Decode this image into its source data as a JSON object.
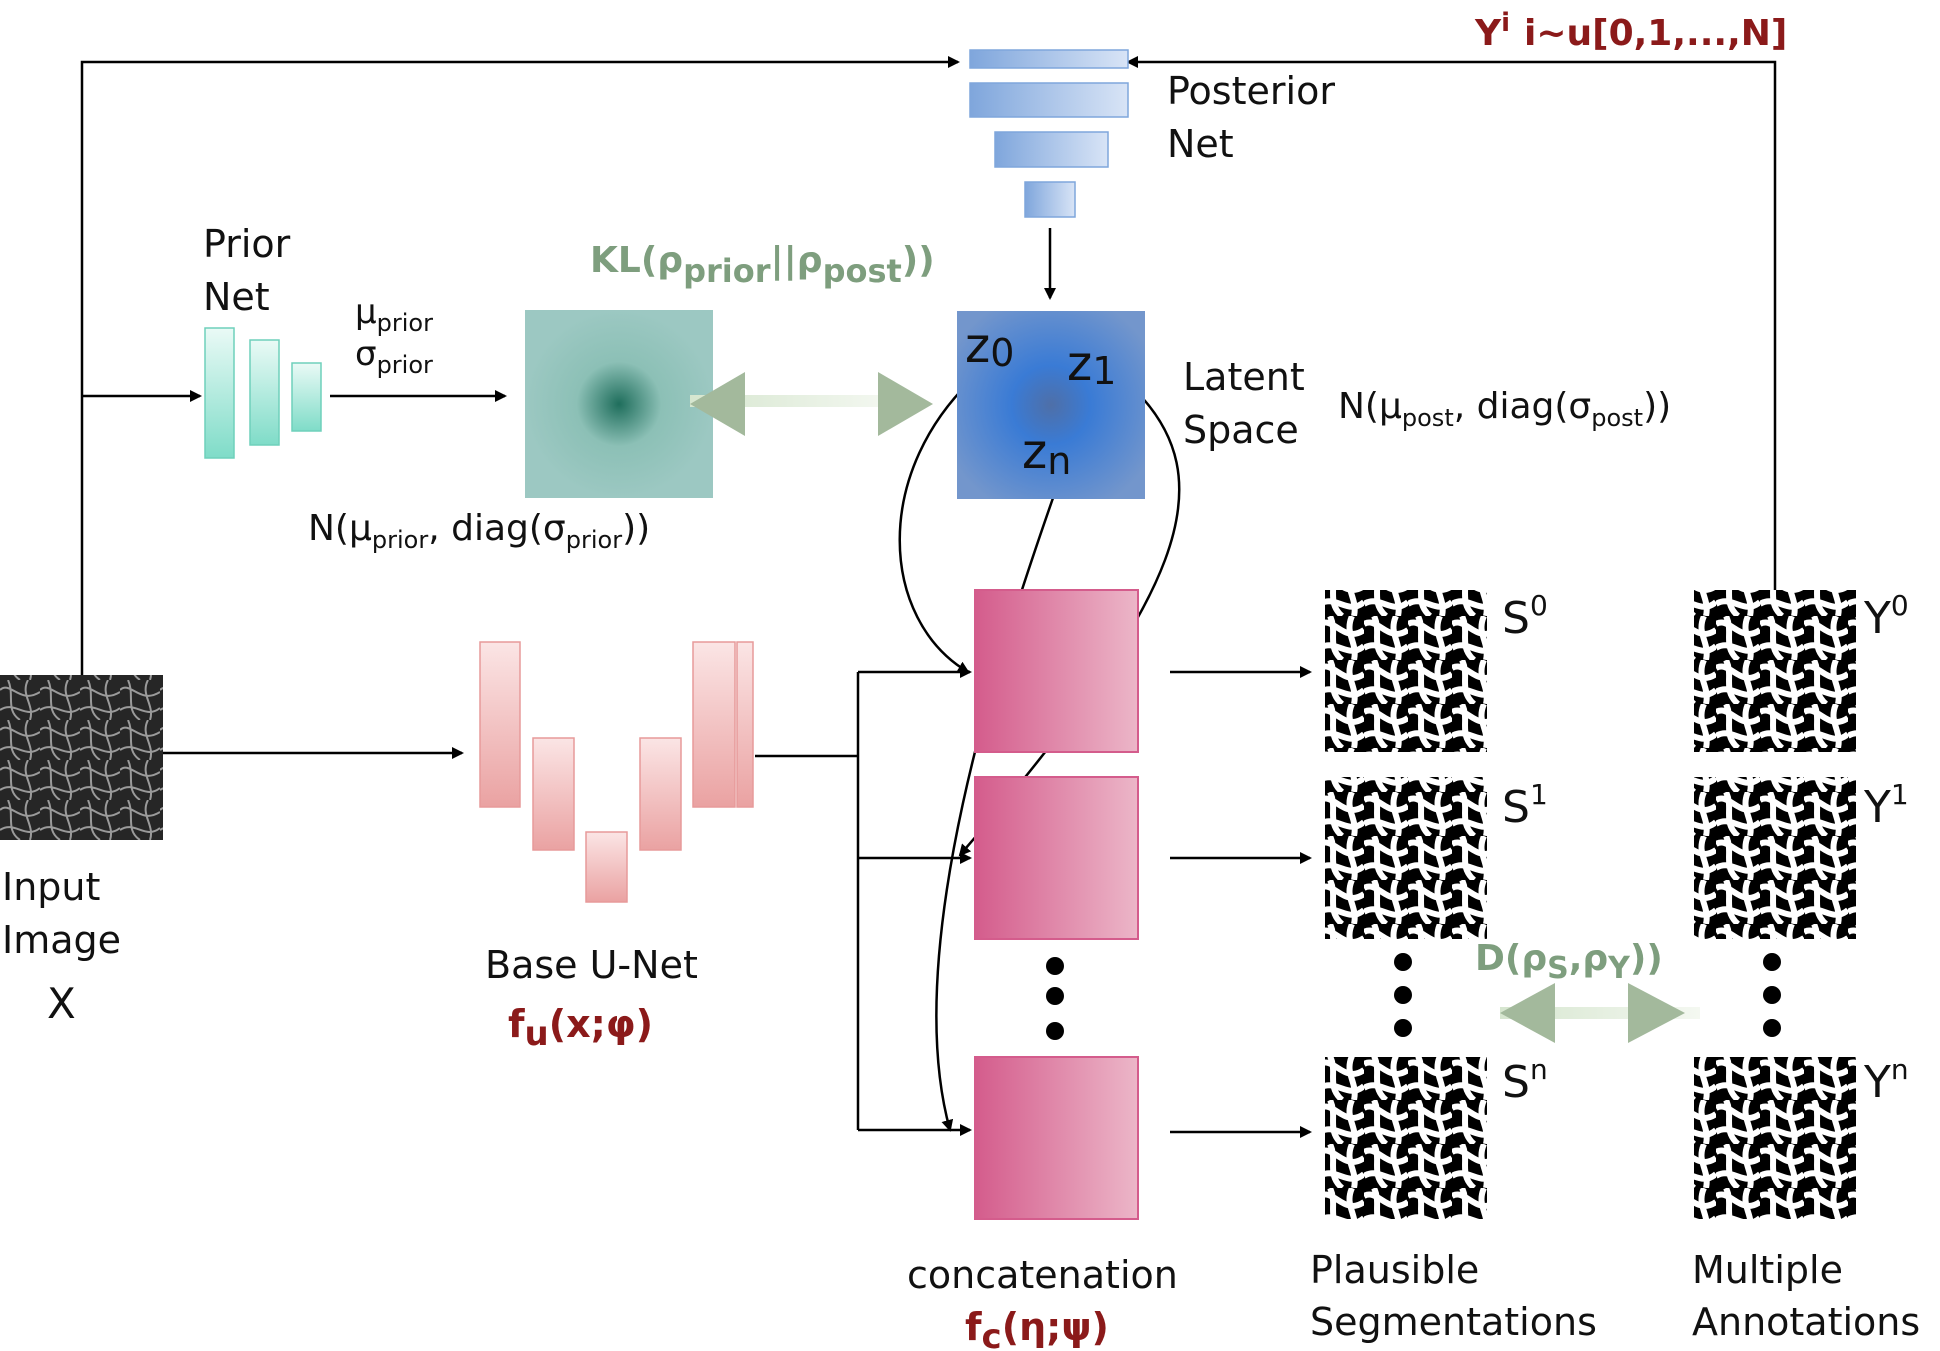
{
  "diagram": {
    "input": {
      "label_line1": "Input",
      "label_line2": "Image",
      "symbol": "X"
    },
    "prior_net": {
      "label_line1": "Prior",
      "label_line2": "Net",
      "mu": "μ",
      "mu_sub": "prior",
      "sigma": "σ",
      "sigma_sub": "prior"
    },
    "prior_dist": {
      "pre": "N(μ",
      "sub1": "prior",
      "mid": ", diag(σ",
      "sub2": "prior",
      "post": "))"
    },
    "posterior_net": {
      "label_line1": "Posterior",
      "label_line2": "Net"
    },
    "kl": {
      "pre": "KL(ρ",
      "sub1": "prior",
      "mid": "||ρ",
      "sub2": "post",
      "post": "))"
    },
    "latent": {
      "label_line1": "Latent",
      "label_line2": "Space",
      "z0": "z",
      "z0_sub": "0",
      "z1": "z",
      "z1_sub": "1",
      "zn": "z",
      "zn_sub": "n"
    },
    "post_dist": {
      "pre": "N(μ",
      "sub1": "post",
      "mid": ", diag(σ",
      "sub2": "post",
      "post": "))"
    },
    "sampling": {
      "y": "Y",
      "y_sup": "i",
      "range": "i~u[0,1,...,N]"
    },
    "unet": {
      "label": "Base U-Net",
      "f": "f",
      "f_sub": "u",
      "args": "(x;φ)"
    },
    "concat": {
      "label": "concatenation",
      "f": "f",
      "f_sub": "c",
      "args": "(η;ψ)"
    },
    "segmentations": {
      "label_line1": "Plausible",
      "label_line2": "Segmentations",
      "items": [
        {
          "base": "S",
          "sup": "0"
        },
        {
          "base": "S",
          "sup": "1"
        },
        {
          "base": "S",
          "sup": "n"
        }
      ]
    },
    "annotations": {
      "label_line1": "Multiple",
      "label_line2": "Annotations",
      "items": [
        {
          "base": "Y",
          "sup": "0"
        },
        {
          "base": "Y",
          "sup": "1"
        },
        {
          "base": "Y",
          "sup": "n"
        }
      ]
    },
    "divergence": {
      "pre": "D(ρ",
      "sub1": "S",
      "mid": ",ρ",
      "sub2": "Y",
      "post": "))"
    }
  },
  "colors": {
    "prior_net": "#7fdcc8",
    "prior_dist": "#9cc8c2",
    "posterior_net": "#7fa6dc",
    "latent": "#6f93cc",
    "unet": "#eaa2a2",
    "concat": "#d45c8c",
    "emphasis_red": "#8b1a1a",
    "emphasis_green": "#7e9e7e"
  }
}
